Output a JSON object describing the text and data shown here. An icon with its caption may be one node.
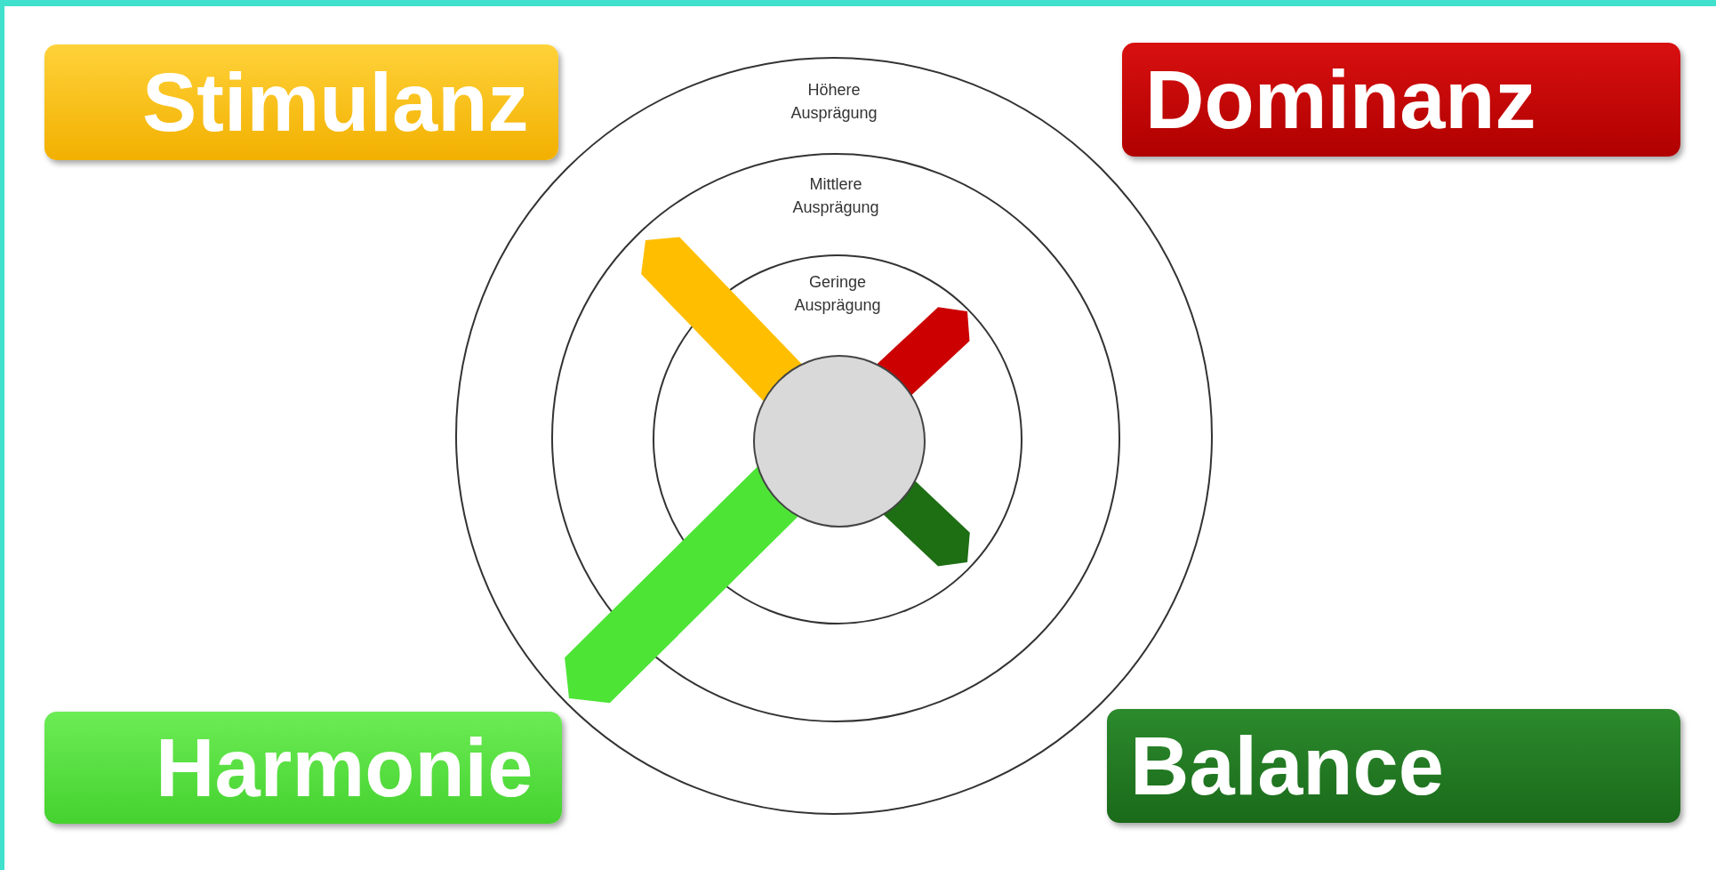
{
  "diagram": {
    "nodes": [
      {
        "text": [
          "Stimulanz"
        ]
      },
      {
        "text": [
          "Dominanz"
        ]
      },
      {
        "text": [
          "Höhere Ausprägung"
        ]
      },
      {
        "text": [
          "Mittlere Ausprägung"
        ],
        "in": 2
      },
      {
        "text": [
          "Geringe Ausprägung"
        ],
        "in": 3
      },
      {
        "text": [],
        "shape": "circle",
        "in": 4
      },
      {
        "text": [
          "Harmonie"
        ]
      },
      {
        "text": [
          "Balance"
        ]
      }
    ],
    "edges": []
  }
}
